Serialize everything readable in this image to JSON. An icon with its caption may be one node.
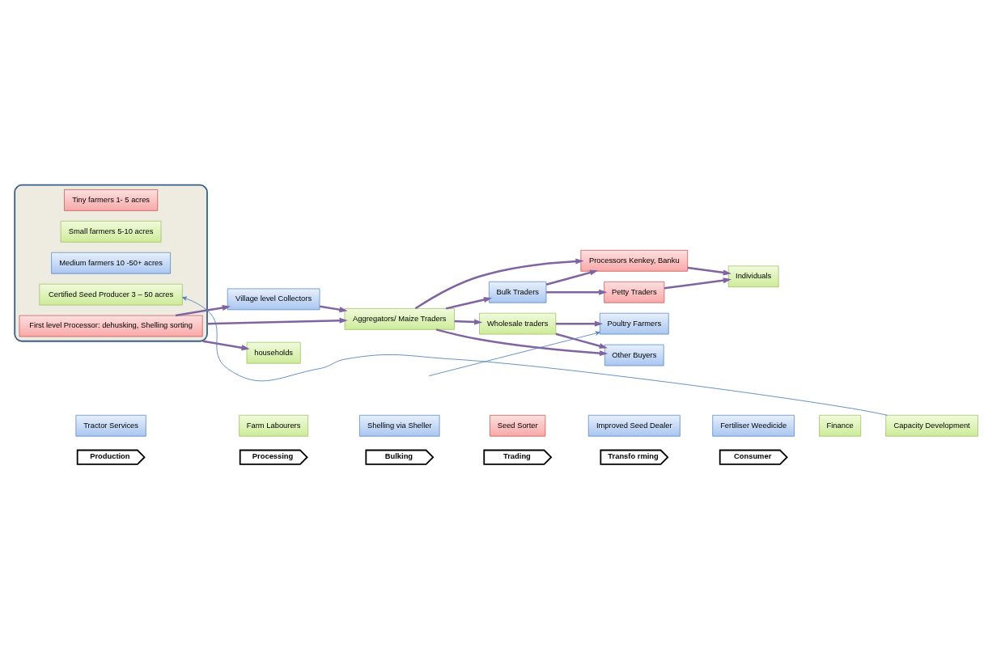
{
  "diagram": {
    "nodes": [
      {
        "text": [
          "Production"
        ]
      },
      {
        "text": [
          "Processing"
        ]
      },
      {
        "text": [
          "Bulking"
        ]
      },
      {
        "text": [
          "Trading"
        ]
      },
      {
        "text": [
          "Transfo rming"
        ]
      },
      {
        "text": [
          "Consumer"
        ]
      },
      {
        "text": [],
        "shape": "box"
      },
      {
        "text": [
          "Tiny farmers 1- 5 acres"
        ],
        "in": 6
      },
      {
        "text": [
          "Small farmers 5-10 acres"
        ],
        "in": 6
      },
      {
        "text": [
          "Medium farmers 10 -50+ acres"
        ],
        "in": 6
      },
      {
        "text": [
          "Certified Seed Producer 3 – 50 acres"
        ],
        "in": 6
      },
      {
        "text": [
          "First level Processor: dehusking, Shelling sorting"
        ],
        "in": 6
      },
      {
        "text": [
          "Village level Collectors"
        ]
      },
      {
        "text": [
          "Aggregators/ Maize Traders"
        ]
      },
      {
        "text": [
          "Bulk Traders"
        ]
      },
      {
        "text": [
          "Processors Kenkey, Banku"
        ]
      },
      {
        "text": [
          "Petty Traders"
        ]
      },
      {
        "text": [
          "Individuals"
        ]
      },
      {
        "text": [
          "Wholesale traders"
        ]
      },
      {
        "text": [
          "Poultry Farmers"
        ]
      },
      {
        "text": [
          "Other Buyers"
        ]
      },
      {
        "text": [
          "households"
        ]
      },
      {
        "text": [
          "Tractor Services"
        ]
      },
      {
        "text": [
          "Farm Labourers"
        ]
      },
      {
        "text": [
          "Shelling via Sheller"
        ]
      },
      {
        "text": [
          "Seed Sorter"
        ]
      },
      {
        "text": [
          "Improved Seed Dealer"
        ]
      },
      {
        "text": [
          "Fertiliser Weedicide"
        ]
      },
      {
        "text": [
          "Finance"
        ]
      },
      {
        "text": [
          "Capacity Development"
        ]
      }
    ],
    "edges": [
      {
        "from": 11,
        "to": 12,
        "arrow": "to"
      },
      {
        "from": 12,
        "to": 13,
        "arrow": "to"
      },
      {
        "from": 6,
        "to": 13,
        "arrow": "to"
      },
      {
        "from": 13,
        "to": 14,
        "arrow": "to"
      },
      {
        "from": 13,
        "to": 15,
        "arrow": "to"
      },
      {
        "from": 14,
        "to": 15,
        "arrow": "to"
      },
      {
        "from": 14,
        "to": 16,
        "arrow": "to"
      },
      {
        "from": 15,
        "to": 17,
        "arrow": "to"
      },
      {
        "from": 16,
        "to": 17,
        "arrow": "to"
      },
      {
        "from": 13,
        "to": 18,
        "arrow": "to"
      },
      {
        "from": 18,
        "to": 19,
        "arrow": "to"
      },
      {
        "from": 18,
        "to": 20,
        "arrow": "to"
      },
      {
        "from": 13,
        "to": 20,
        "arrow": "to"
      },
      {
        "from": 6,
        "to": 21,
        "arrow": "to"
      },
      {
        "from": null,
        "to": 19,
        "arrow": "to",
        "color": "#4f81bd"
      },
      {
        "from": 29,
        "to": 10,
        "arrow": "to",
        "color": "#4f81bd"
      }
    ]
  }
}
